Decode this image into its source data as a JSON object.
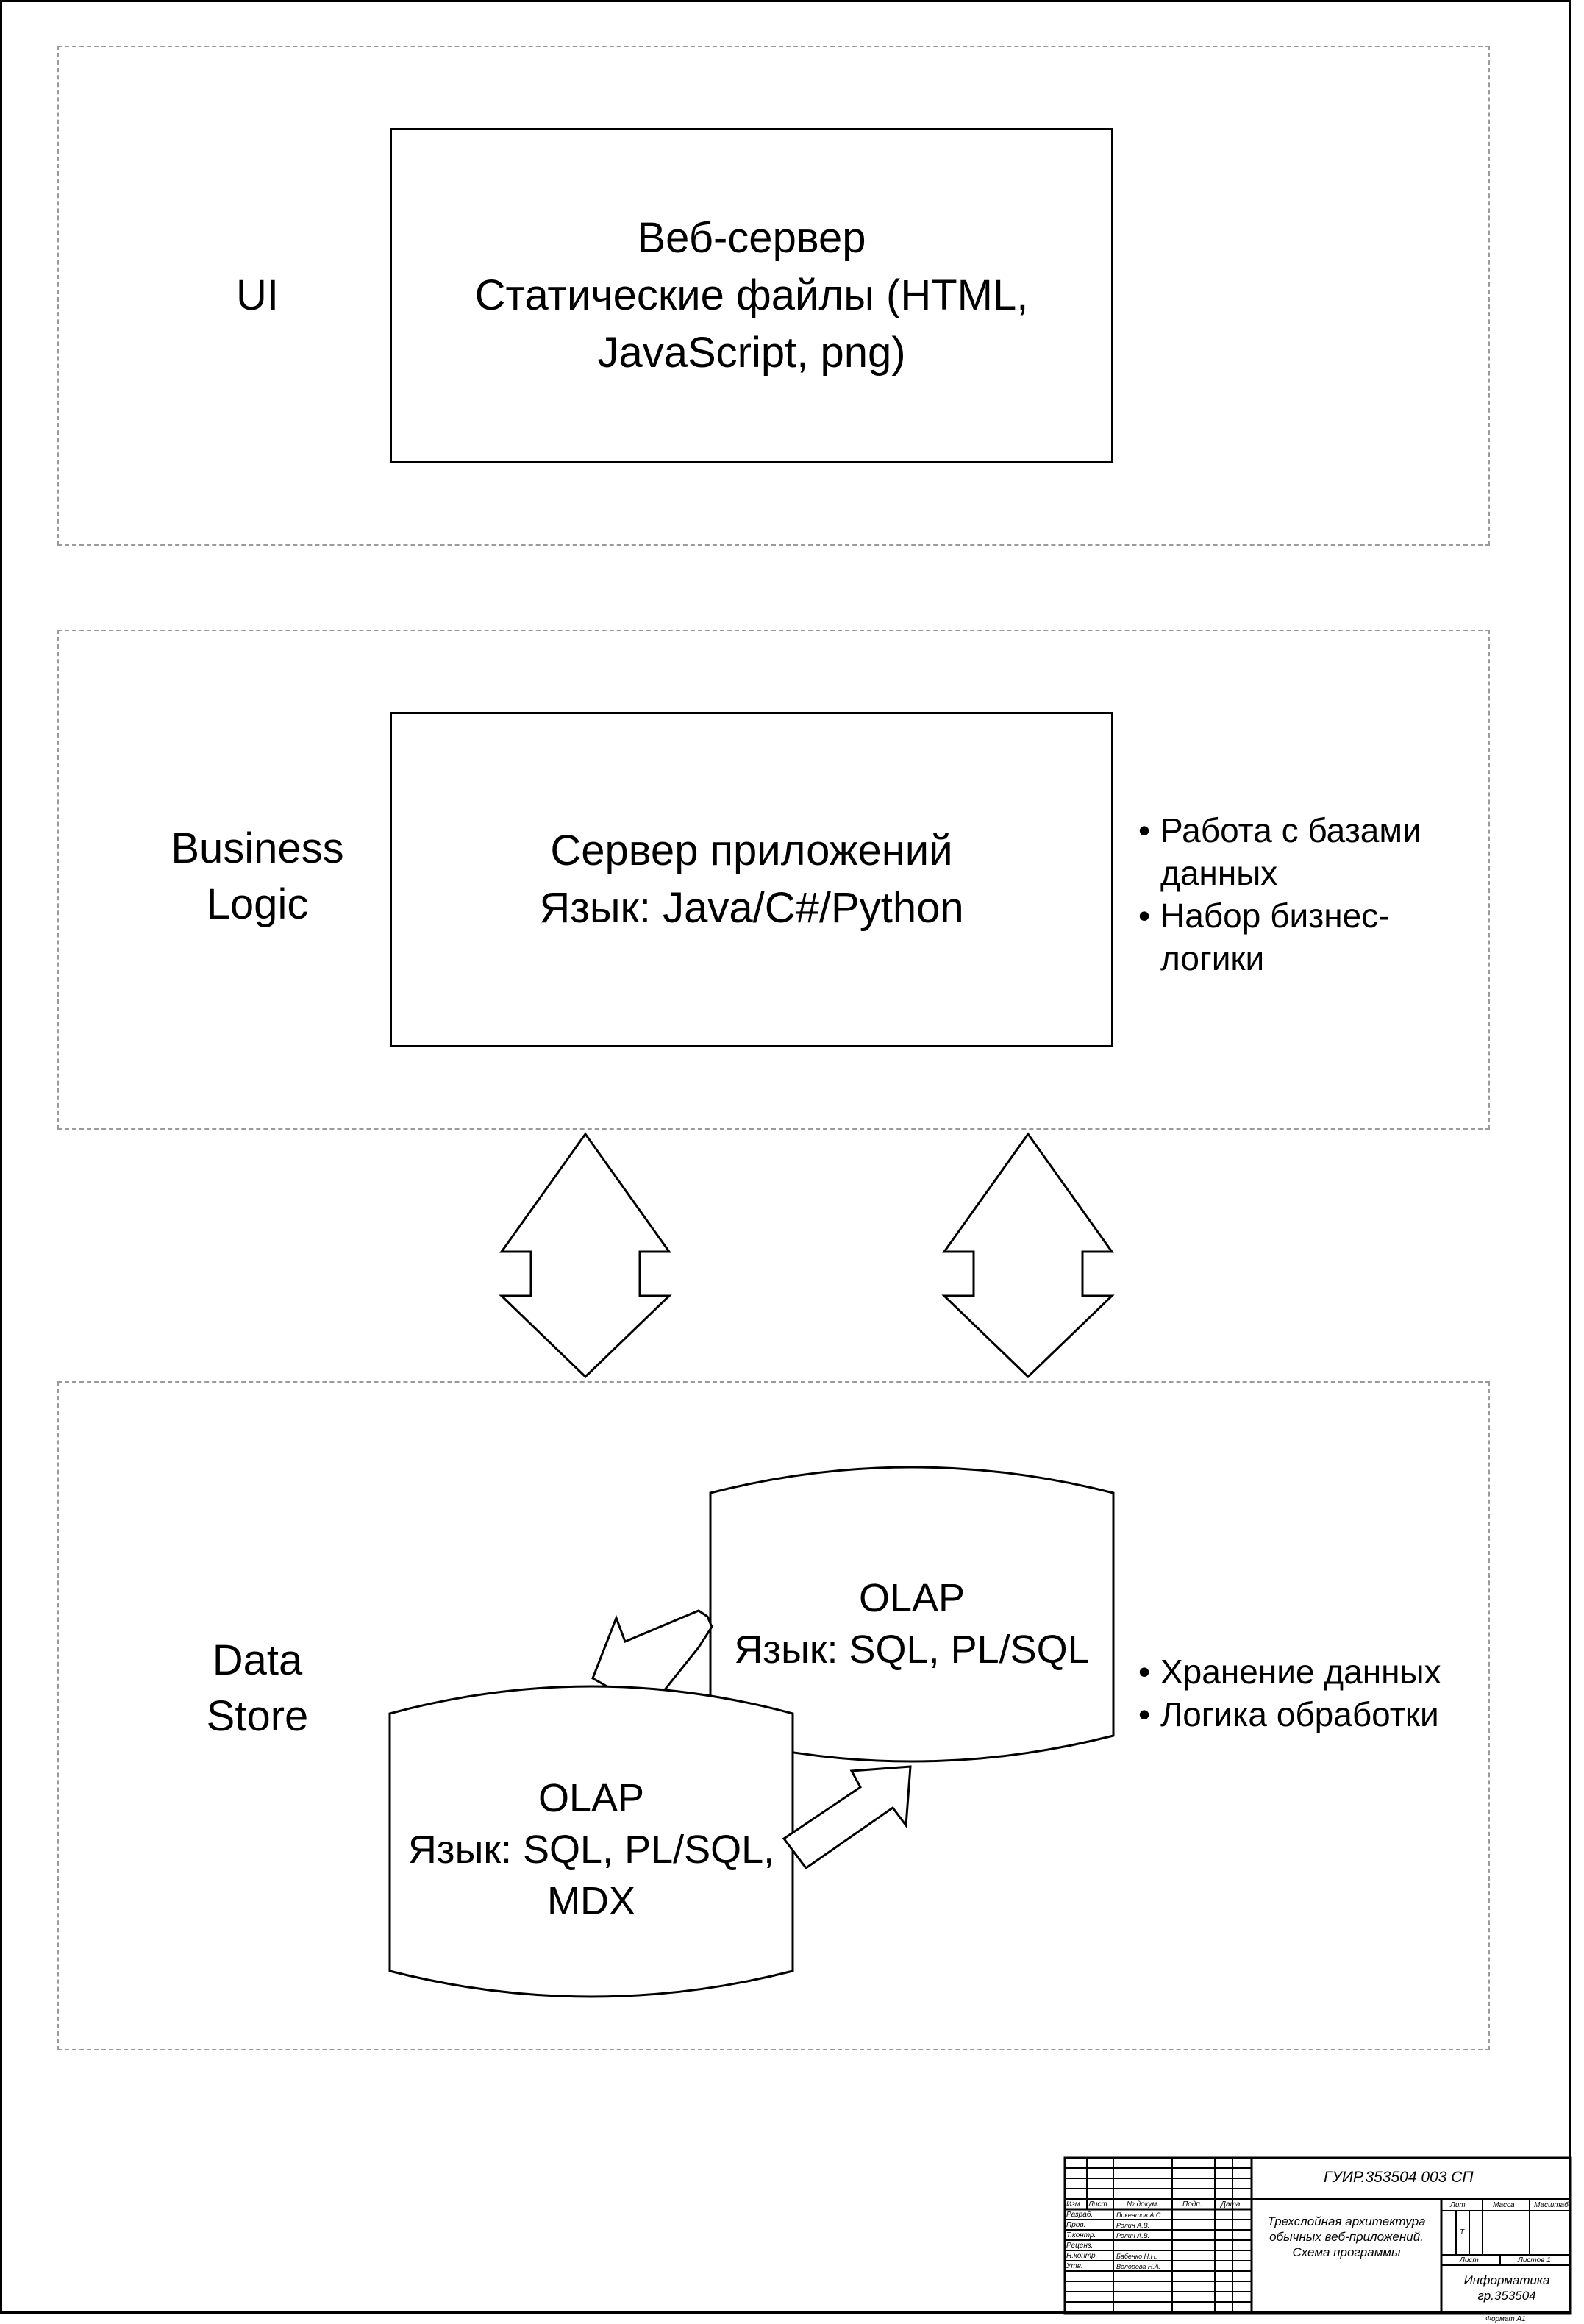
{
  "layers": {
    "ui": {
      "label": [
        "UI"
      ],
      "server_lines": [
        "Веб-сервер",
        "Статические файлы (HTML,",
        "JavaScript, png)"
      ]
    },
    "business": {
      "label": [
        "Business",
        "Logic"
      ],
      "server_lines": [
        "Сервер приложений",
        "Язык: Java/C#/Python"
      ],
      "bullets": [
        [
          "Работа с базами",
          "данных"
        ],
        [
          "Набор бизнес-",
          "логики"
        ]
      ]
    },
    "data": {
      "label": [
        "Data",
        "Store"
      ],
      "db_back_lines": [
        "OLAP",
        "Язык: SQL, PL/SQL"
      ],
      "db_front_lines": [
        "OLAP",
        "Язык: SQL, PL/SQL,",
        "MDX"
      ],
      "bullets": [
        [
          "Хранение данных"
        ],
        [
          "Логика обработки"
        ]
      ]
    }
  },
  "title_block": {
    "doc_code": "ГУИР.353504 003 СП",
    "title_lines": [
      "Трехслойная архитектура",
      "обычных веб-приложений.",
      "Схема программы"
    ],
    "head_cols": [
      "Изм",
      "Лист",
      "№ докум.",
      "Подп.",
      "Дата"
    ],
    "roles": [
      "Разраб.",
      "Пров.",
      "Т.контр.",
      "Реценз.",
      "Н.контр.",
      "Утв."
    ],
    "names": [
      "Пикентов А.С.",
      "Ролин А.В.",
      "Ролин А.В.",
      "",
      "Бабенко Н.Н.",
      "Волорова Н.А."
    ],
    "lit_head": [
      "Лит.",
      "Масса",
      "Масштаб"
    ],
    "lit_value": "Т",
    "sheet_label": "Лист",
    "sheets_label": "Листов 1",
    "org_lines": [
      "Информатика",
      "гр.353504"
    ],
    "format": "Формат А1"
  }
}
